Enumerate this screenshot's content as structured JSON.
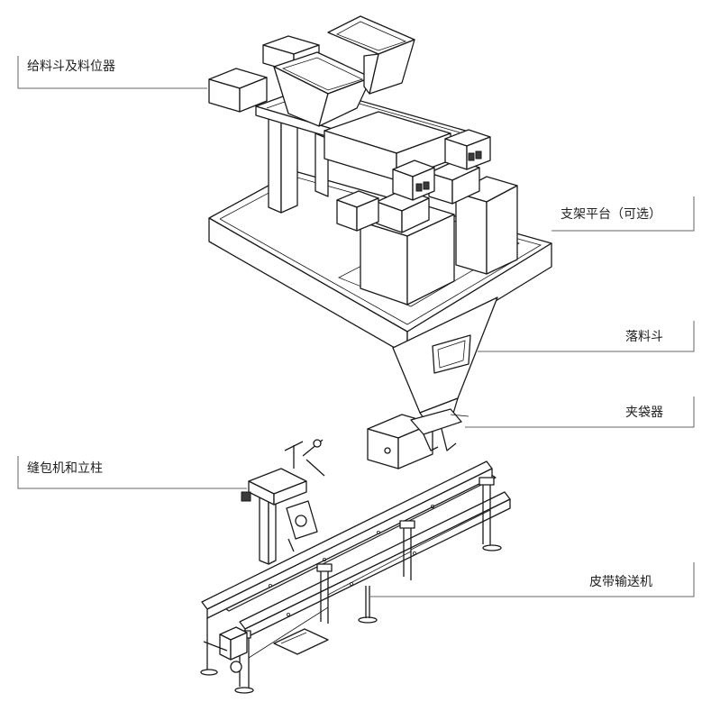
{
  "diagram": {
    "labels": [
      {
        "id": "feed-hopper",
        "text": "给料斗及料位器"
      },
      {
        "id": "support-platform",
        "text": "支架平台（可选）"
      },
      {
        "id": "discharge-hopper",
        "text": "落料斗"
      },
      {
        "id": "bag-clamp",
        "text": "夹袋器"
      },
      {
        "id": "sewing-machine",
        "text": "缝包机和立柱"
      },
      {
        "id": "belt-conveyor",
        "text": "皮带输送机"
      }
    ]
  }
}
